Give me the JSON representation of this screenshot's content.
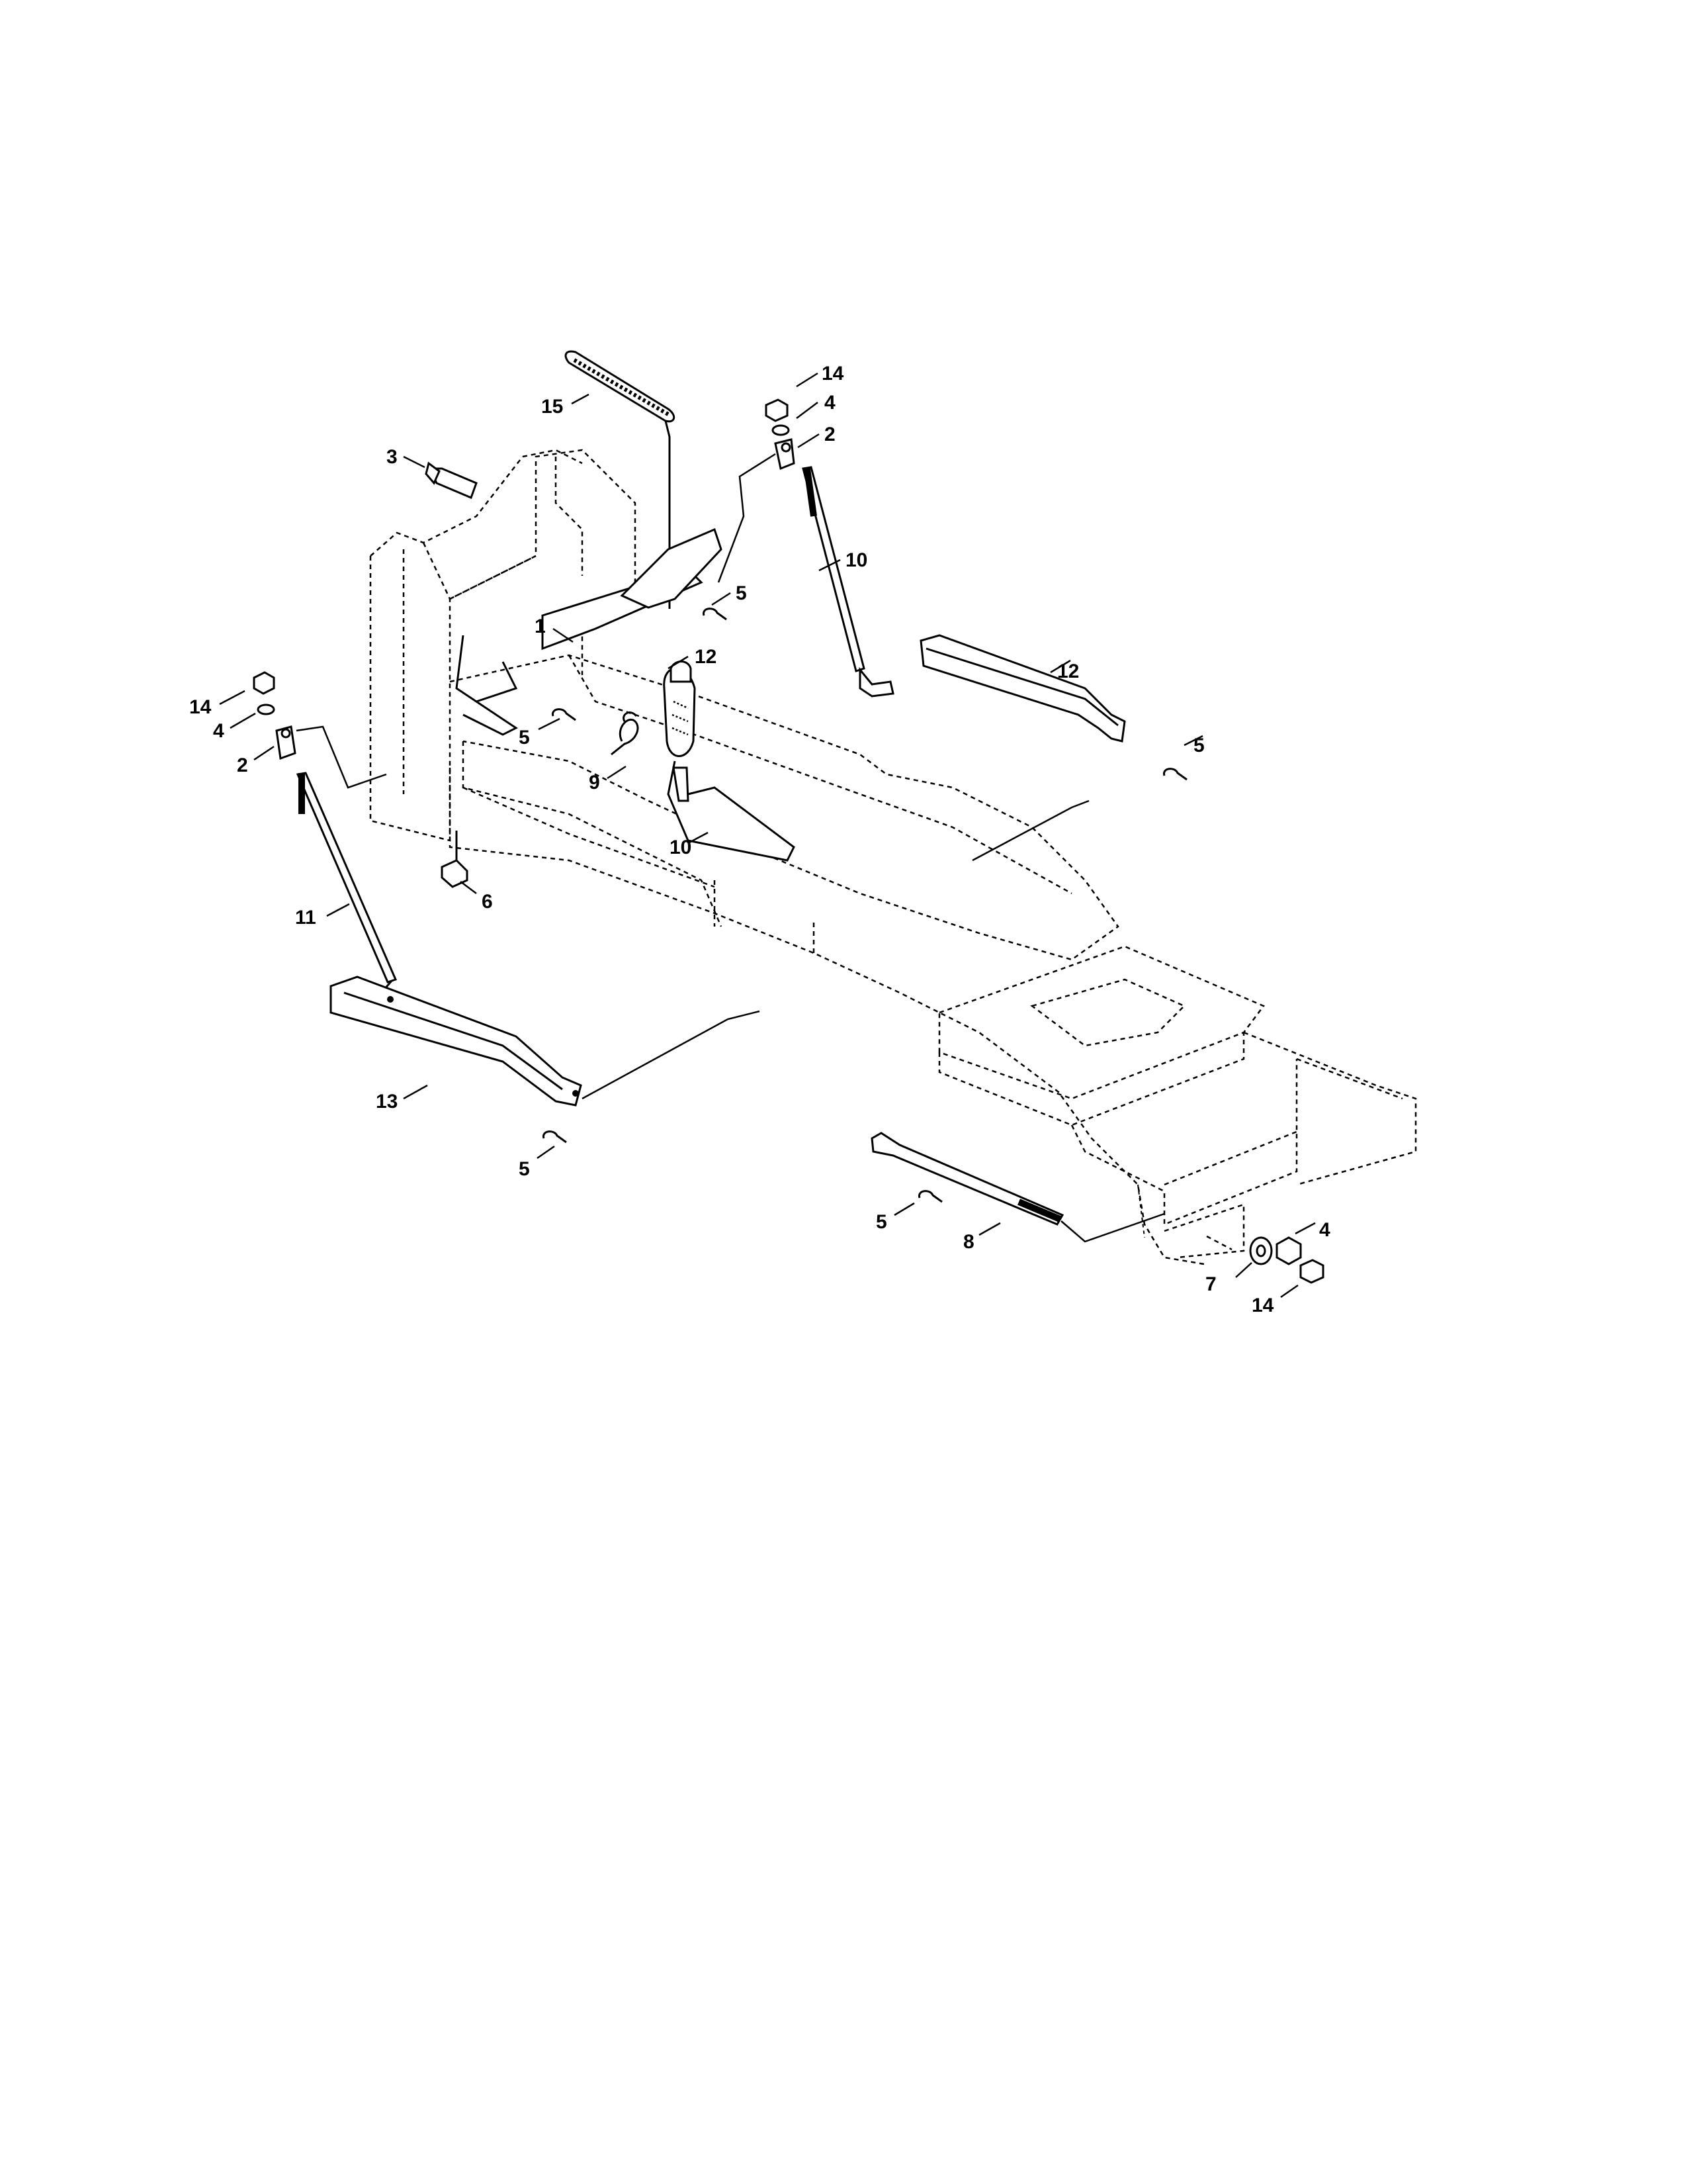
{
  "diagram": {
    "callouts": [
      {
        "id": "c1",
        "label": "1"
      },
      {
        "id": "c2a",
        "label": "2"
      },
      {
        "id": "c2b",
        "label": "2"
      },
      {
        "id": "c3",
        "label": "3"
      },
      {
        "id": "c4a",
        "label": "4"
      },
      {
        "id": "c4b",
        "label": "4"
      },
      {
        "id": "c4c",
        "label": "4"
      },
      {
        "id": "c5a",
        "label": "5"
      },
      {
        "id": "c5b",
        "label": "5"
      },
      {
        "id": "c5c",
        "label": "5"
      },
      {
        "id": "c5d",
        "label": "5"
      },
      {
        "id": "c5e",
        "label": "5"
      },
      {
        "id": "c6",
        "label": "6"
      },
      {
        "id": "c7",
        "label": "7"
      },
      {
        "id": "c8",
        "label": "8"
      },
      {
        "id": "c9",
        "label": "9"
      },
      {
        "id": "c10a",
        "label": "10"
      },
      {
        "id": "c10b",
        "label": "10"
      },
      {
        "id": "c11",
        "label": "11"
      },
      {
        "id": "c12a",
        "label": "12"
      },
      {
        "id": "c12b",
        "label": "12"
      },
      {
        "id": "c13",
        "label": "13"
      },
      {
        "id": "c14a",
        "label": "14"
      },
      {
        "id": "c14b",
        "label": "14"
      },
      {
        "id": "c14c",
        "label": "14"
      },
      {
        "id": "c15",
        "label": "15"
      }
    ]
  }
}
